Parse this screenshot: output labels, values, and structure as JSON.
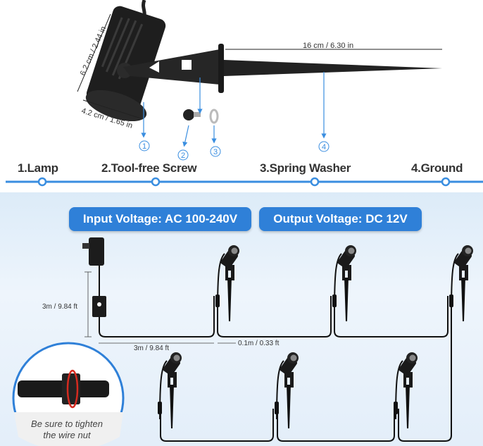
{
  "dimensions": {
    "height": "6.2 cm / 2.44 in",
    "width": "4.2 cm / 1.65 in",
    "spike_length": "16 cm / 6.30 in"
  },
  "callouts": [
    "1",
    "2",
    "3",
    "4"
  ],
  "parts": [
    {
      "label": "1.Lamp"
    },
    {
      "label": "2.Tool-free Screw"
    },
    {
      "label": "3.Spring Washer"
    },
    {
      "label": "4.Ground"
    }
  ],
  "voltage": {
    "input": "Input Voltage: AC 100-240V",
    "output": "Output Voltage: DC 12V"
  },
  "cables": {
    "vertical": "3m / 9.84 ft",
    "horizontal": "3m / 9.84 ft",
    "between": "0.1m / 0.33 ft"
  },
  "tip": {
    "line1": "Be sure to tighten",
    "line2": "the wire nut"
  },
  "colors": {
    "accent": "#2f80d8",
    "timeline": "#3a8ee0",
    "bg_bottom": "#e6f1fb"
  }
}
